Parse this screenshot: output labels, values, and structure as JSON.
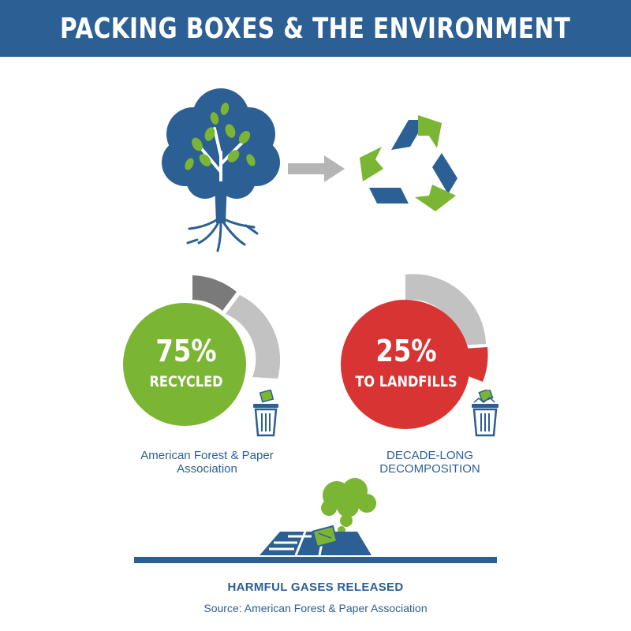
{
  "header": {
    "title": "PACKING BOXES & THE ENVIRONMENT"
  },
  "colors": {
    "brand_blue": "#2c5f93",
    "green": "#7ab534",
    "red": "#d83434",
    "gray": "#c2c2c2",
    "dark_gray": "#7a7a7a"
  },
  "icons": [
    "tree-icon",
    "arrow-right-icon",
    "recycle-icon",
    "trash-bin-icon",
    "landfill-icon",
    "gas-cloud-icon"
  ],
  "stats": {
    "recycled": {
      "value": "75%",
      "fraction": 0.75,
      "label": "RECYCLED",
      "caption": "American Forest & Paper Association"
    },
    "landfill": {
      "value": "25%",
      "fraction": 0.25,
      "label": "TO LANDFILLS",
      "caption": "DECADE-LONG DECOMPOSITION"
    }
  },
  "footer": {
    "caption": "HARMFUL GASES RELEASED",
    "source": "Source: American Forest & Paper Association"
  }
}
